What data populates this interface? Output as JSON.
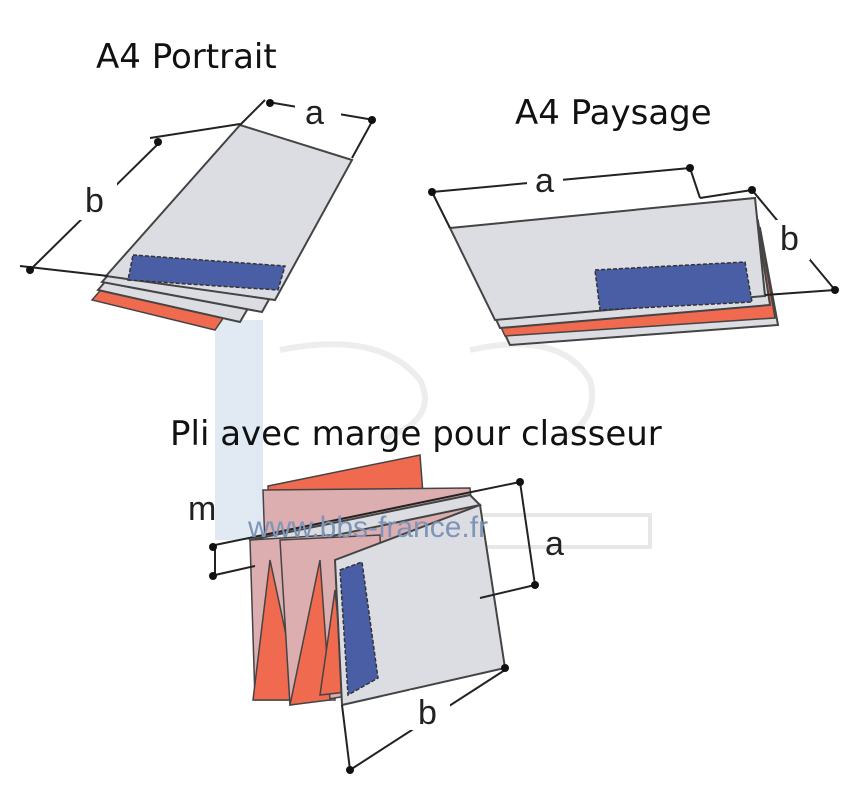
{
  "titles": {
    "portrait": "A4 Portrait",
    "landscape": "A4 Paysage",
    "margin_fold": "Pli avec marge pour classeur"
  },
  "dimensions": {
    "portrait_a": "a",
    "portrait_b": "b",
    "landscape_a": "a",
    "landscape_b": "b",
    "margin_m": "m",
    "margin_a": "a",
    "margin_b": "b"
  },
  "watermark": {
    "logo": "BBS",
    "url": "www.bbs-france.fr"
  },
  "colors": {
    "sheet": "#dcdde3",
    "red": "#f06a50",
    "blue": "#4a5ea6",
    "pink": "#dcaeb0"
  }
}
